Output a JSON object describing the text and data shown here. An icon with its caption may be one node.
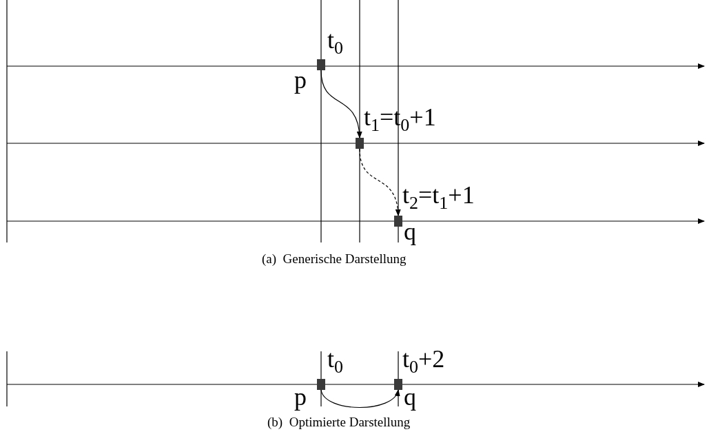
{
  "diagram": {
    "nodes": [
      {
        "text": [],
        "shape": "box",
        "beside": [
          "t$_{0}$",
          "p"
        ]
      },
      {
        "text": [],
        "shape": "box",
        "beside": [
          "t$_{1}$=t$_{0}$+1"
        ]
      },
      {
        "text": [],
        "shape": "box",
        "beside": [
          "t$_{2}$=t$_{1}$+1",
          "q"
        ]
      },
      {
        "text": [],
        "shape": "box",
        "beside": [
          "t$_{0}$",
          "p"
        ]
      },
      {
        "text": [],
        "shape": "box",
        "beside": [
          "t$_{0}$+2",
          "q"
        ]
      }
    ],
    "edges": [
      {
        "from": 0,
        "to": 1,
        "arrow": "to"
      },
      {
        "from": 1,
        "to": 2,
        "arrow": "to",
        "style": "dashed"
      },
      {
        "from": 3,
        "to": 4,
        "arrow": "to"
      }
    ],
    "labels": [
      "(a)  Generische Darstellung",
      "(b)  Optimierte Darstellung"
    ]
  }
}
